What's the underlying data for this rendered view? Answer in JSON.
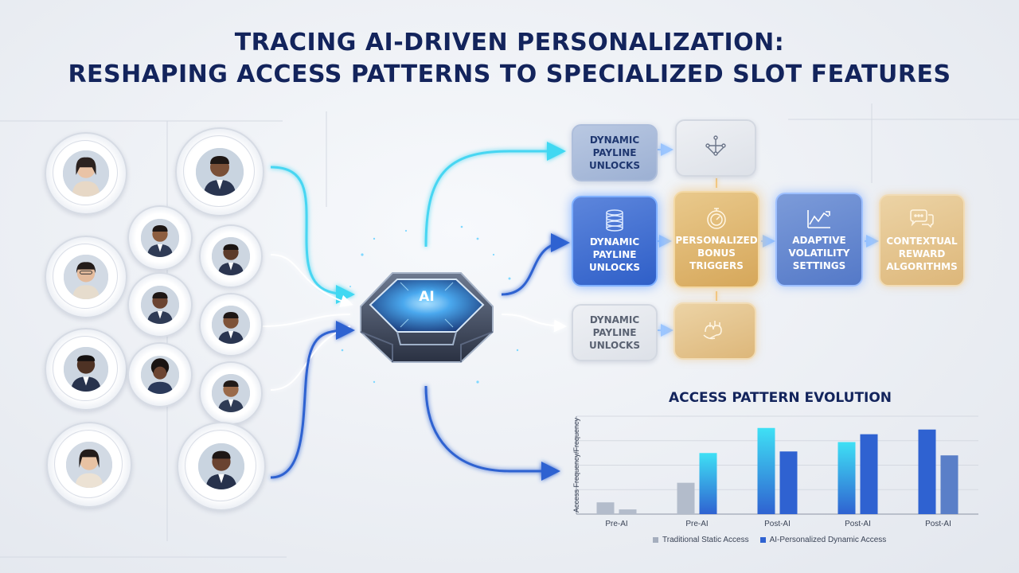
{
  "title": {
    "line1": "TRACING AI-DRIVEN PERSONALIZATION:",
    "line2": "RESHAPING ACCESS PATTERNS TO SPECIALIZED SLOT FEATURES"
  },
  "chip": {
    "label": "AI"
  },
  "boxes": {
    "top_left": "DYNAMIC PAYLINE UNLOCKS",
    "mid_left": "DYNAMIC PAYLINE UNLOCKS",
    "bottom_left": "DYNAMIC PAYLINE UNLOCKS",
    "bonus": "PERSONALIZED BONUS TRIGGERS",
    "volatility": "ADAPTIVE VOLATILITY SETTINGS",
    "reward": "CONTEXTUAL REWARD ALGORITHMS"
  },
  "icons": {
    "top_mid": "network-node-icon",
    "mid_left": "database-icon",
    "bonus": "stopwatch-icon",
    "volatility": "trend-line-icon",
    "reward": "chat-bubble-icon",
    "bottom_mid": "hand-coin-icon"
  },
  "colors": {
    "title": "#13245c",
    "series_static": "#a5aebe",
    "series_dynamic": "#2f62d1",
    "accent_cyan": "#3fe0f5",
    "gold": "#d9a95c"
  },
  "chart_data": {
    "type": "bar",
    "title": "ACCESS PATTERN EVOLUTION",
    "ylabel": "Access Frequency/Frequency",
    "xlabel": "",
    "categories": [
      "Pre-AI",
      "Pre-AI",
      "Post-AI",
      "Post-AI",
      "Post-AI"
    ],
    "series": [
      {
        "name": "Traditional Static Access",
        "values": [
          15,
          40,
          110,
          92,
          108
        ]
      },
      {
        "name": "AI-Personalized Dynamic Access",
        "values": [
          6,
          78,
          80,
          102,
          75
        ]
      }
    ],
    "ylim": [
      0,
      125
    ],
    "grid": true,
    "legend": "bottom"
  }
}
